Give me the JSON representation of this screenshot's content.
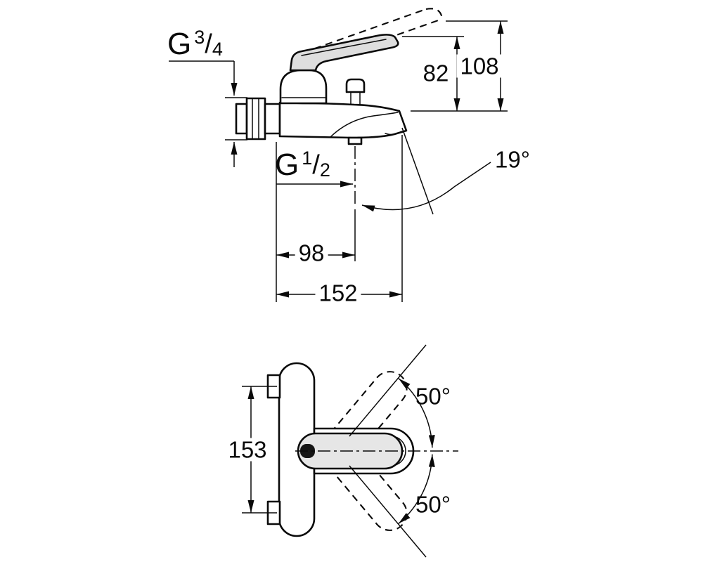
{
  "page": {
    "background": "#ffffff",
    "line_color": "#0a0a0a"
  },
  "side_view": {
    "thread_top": {
      "prefix": "G",
      "numerator": "3",
      "separator": "/",
      "denominator": "4"
    },
    "thread_outlet": {
      "prefix": "G",
      "numerator": "1",
      "separator": "/",
      "denominator": "2"
    },
    "dim_height_lever": "82",
    "dim_height_overall": "108",
    "spout_angle": "19°",
    "dim_depth_outlet": "98",
    "dim_depth_overall": "152"
  },
  "plan_view": {
    "dim_connection_spacing": "153",
    "angle_lever_up": "50°",
    "angle_lever_down": "50°"
  }
}
